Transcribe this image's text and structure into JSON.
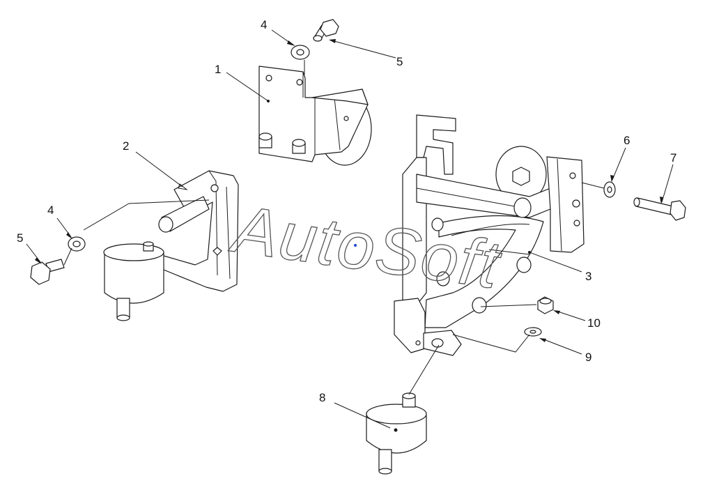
{
  "watermark": {
    "text": "AutoSoft"
  },
  "callouts": [
    {
      "id": "c1",
      "label": "1"
    },
    {
      "id": "c2",
      "label": "2"
    },
    {
      "id": "c3",
      "label": "3"
    },
    {
      "id": "c4a",
      "label": "4"
    },
    {
      "id": "c4b",
      "label": "4"
    },
    {
      "id": "c5a",
      "label": "5"
    },
    {
      "id": "c5b",
      "label": "5"
    },
    {
      "id": "c6",
      "label": "6"
    },
    {
      "id": "c7",
      "label": "7"
    },
    {
      "id": "c8",
      "label": "8"
    },
    {
      "id": "c9",
      "label": "9"
    },
    {
      "id": "c10",
      "label": "10"
    }
  ],
  "colors": {
    "line": "#1a1a1a",
    "background": "#ffffff",
    "watermark_stroke": "#555555"
  }
}
